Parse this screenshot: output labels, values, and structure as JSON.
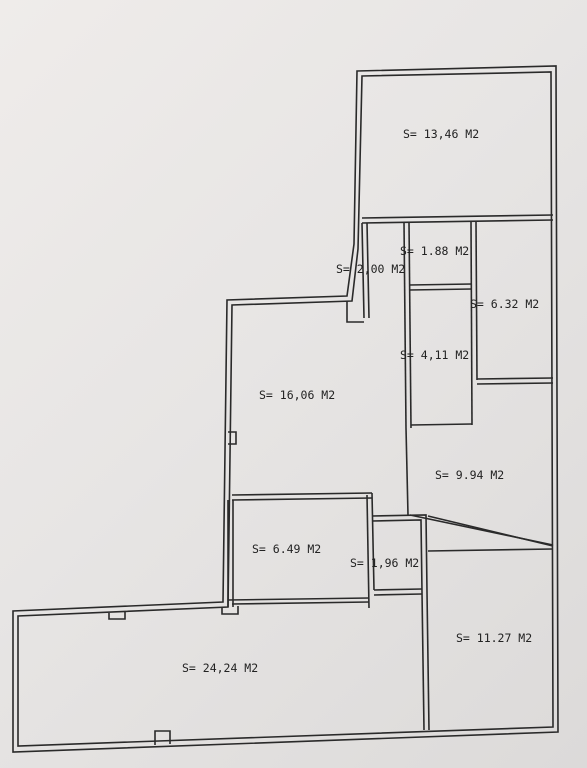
{
  "rooms": [
    {
      "id": "r1",
      "label": "S= 13,46 M2"
    },
    {
      "id": "r2",
      "label": "S= 1.88 M2"
    },
    {
      "id": "r3",
      "label": "S= 2,00 M2"
    },
    {
      "id": "r4",
      "label": "S= 6.32 M2"
    },
    {
      "id": "r5",
      "label": "S= 4,11 M2"
    },
    {
      "id": "r6",
      "label": "S= 16,06 M2"
    },
    {
      "id": "r7",
      "label": "S= 9.94 M2"
    },
    {
      "id": "r8",
      "label": "S= 6.49 M2"
    },
    {
      "id": "r9",
      "label": "S= 1,96 M2"
    },
    {
      "id": "r10",
      "label": "S= 11.27 M2"
    },
    {
      "id": "r11",
      "label": "S= 24,24 M2"
    }
  ]
}
